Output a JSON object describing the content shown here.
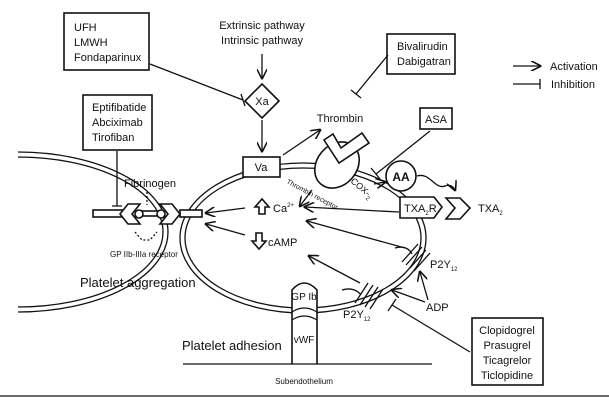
{
  "drug_boxes": {
    "heparins": [
      "UFH",
      "LMWH",
      "Fondaparinux"
    ],
    "thrombin_inhibitors": [
      "Bivalirudin",
      "Dabigatran"
    ],
    "gp_inhibitors": [
      "Eptifibatide",
      "Abciximab",
      "Tirofiban"
    ],
    "asa": "ASA",
    "p2y12_inhibitors": [
      "Clopidogrel",
      "Prasugrel",
      "Ticagrelor",
      "Ticlopidine"
    ]
  },
  "pathways": [
    "Extrinsic pathway",
    "Intrinsic pathway"
  ],
  "legend": {
    "activation": "Activation",
    "inhibition": "Inhibition"
  },
  "nodes": {
    "xa": "Xa",
    "va": "Va",
    "thrombin": "Thrombin",
    "thrombin_receptor": "Thrombin receptor",
    "cox2": {
      "base": "COX-",
      "sub": "2"
    },
    "aa": "AA",
    "txa2r": {
      "base": "TXA",
      "sub": "2",
      "tail": "R"
    },
    "txa2": {
      "base": "TXA",
      "sub": "2"
    },
    "fibrinogen": "Fibrinogen",
    "gp_iib_iiia": "GP  IIb-IIIa receptor",
    "ca": {
      "base": "Ca",
      "sup": "2+"
    },
    "camp": "cAMP",
    "p2y12": {
      "base": "P2Y",
      "sub": "12"
    },
    "adp": "ADP",
    "gp_ib": "GP Ib",
    "vwf": "vWF"
  },
  "labels": {
    "aggregation": "Platelet aggregation",
    "adhesion": "Platelet adhesion",
    "subendothelium": "Subendothelium"
  }
}
